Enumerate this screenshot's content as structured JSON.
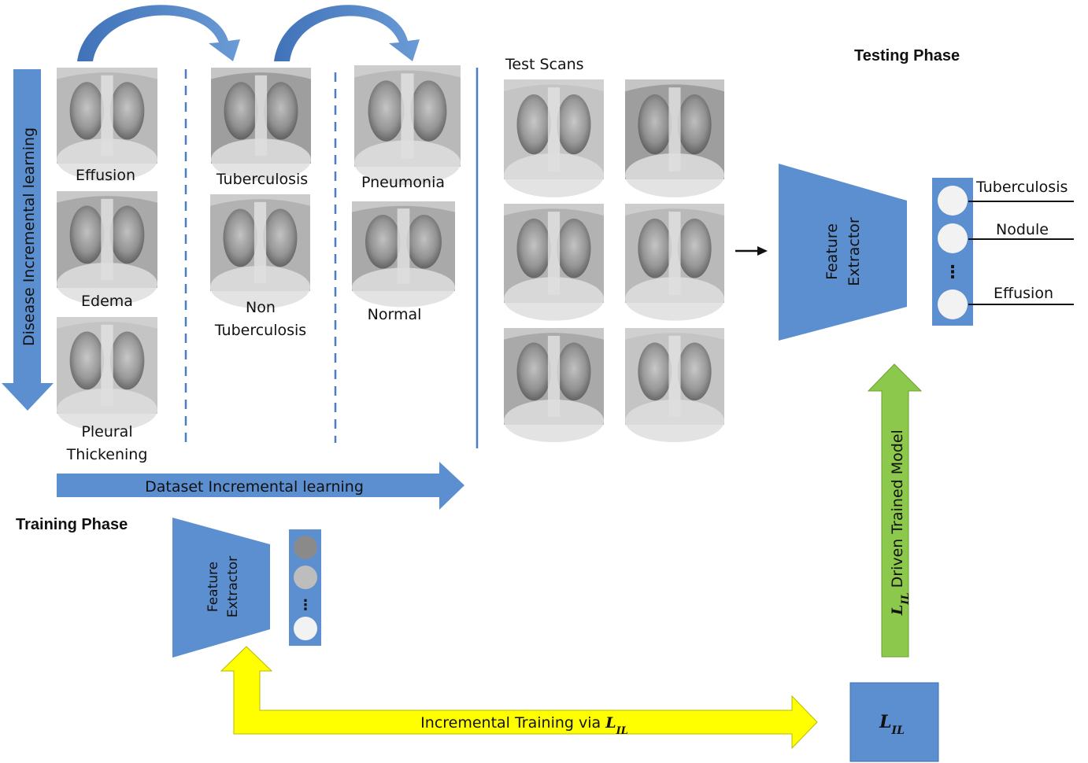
{
  "headers": {
    "training_phase": "Training Phase",
    "testing_phase": "Testing Phase",
    "test_scans": "Test Scans"
  },
  "arrows": {
    "disease_incremental": "Disease  Incremental learning",
    "dataset_incremental": "Dataset Incremental learning",
    "incremental_training_prefix": "Incremental Training via ",
    "driven_trained_suffix": " Driven Trained Model"
  },
  "loss": {
    "symbol": "L",
    "subscript": "IL"
  },
  "datasets": {
    "col1": [
      "Effusion",
      "Edema",
      "Pleural",
      "Thickening"
    ],
    "col2": [
      "Tuberculosis",
      "Non",
      "Tuberculosis"
    ],
    "col3": [
      "Pneumonia",
      "Normal"
    ]
  },
  "feature_extractor": {
    "line1": "Feature",
    "line2": "Extractor"
  },
  "outputs": [
    "Tuberculosis",
    "Nodule",
    "Effusion"
  ],
  "ellipsis": "⋮",
  "colors": {
    "blue_block": "#5b8fcf",
    "blue_arrow": "#4a7fc4",
    "yellow_arrow": "#ffff00",
    "green_arrow": "#8cc84b"
  }
}
